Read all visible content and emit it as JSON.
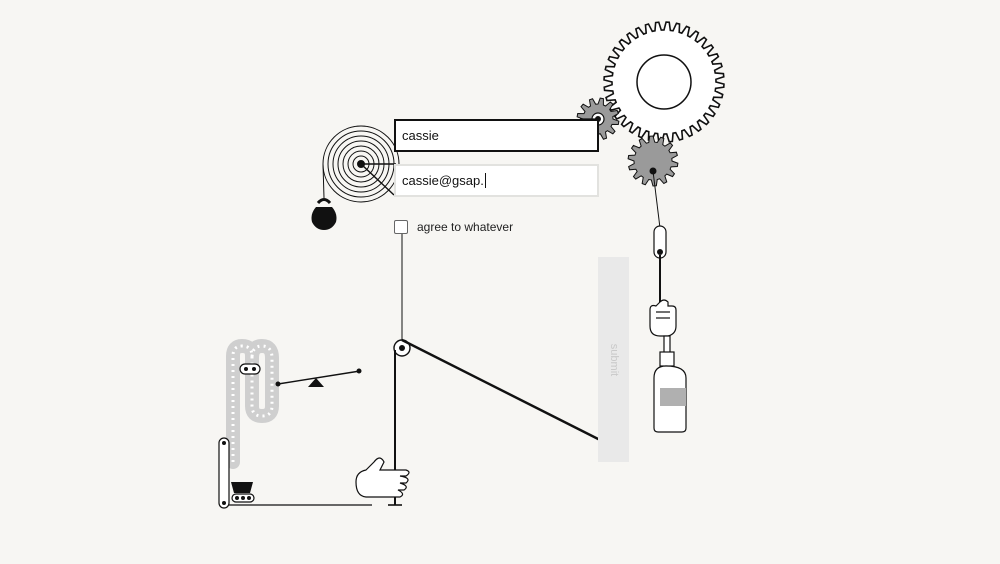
{
  "form": {
    "name_value": "cassie",
    "email_value": "cassie@gsap.",
    "agree_label": "agree to whatever",
    "agree_checked": false,
    "submit_label": "submit"
  },
  "colors": {
    "background": "#f7f6f3",
    "ink": "#111111",
    "submit_bg": "#e9e9e9",
    "submit_text": "#c9c9c9",
    "gear_fill": "#9a9a9a"
  },
  "icons": [
    "gear-icon",
    "kettlebell-icon",
    "hand-icon",
    "spray-bottle-icon",
    "spiral-spring-icon",
    "conveyor-icon",
    "pulley-icon",
    "basket-icon"
  ]
}
